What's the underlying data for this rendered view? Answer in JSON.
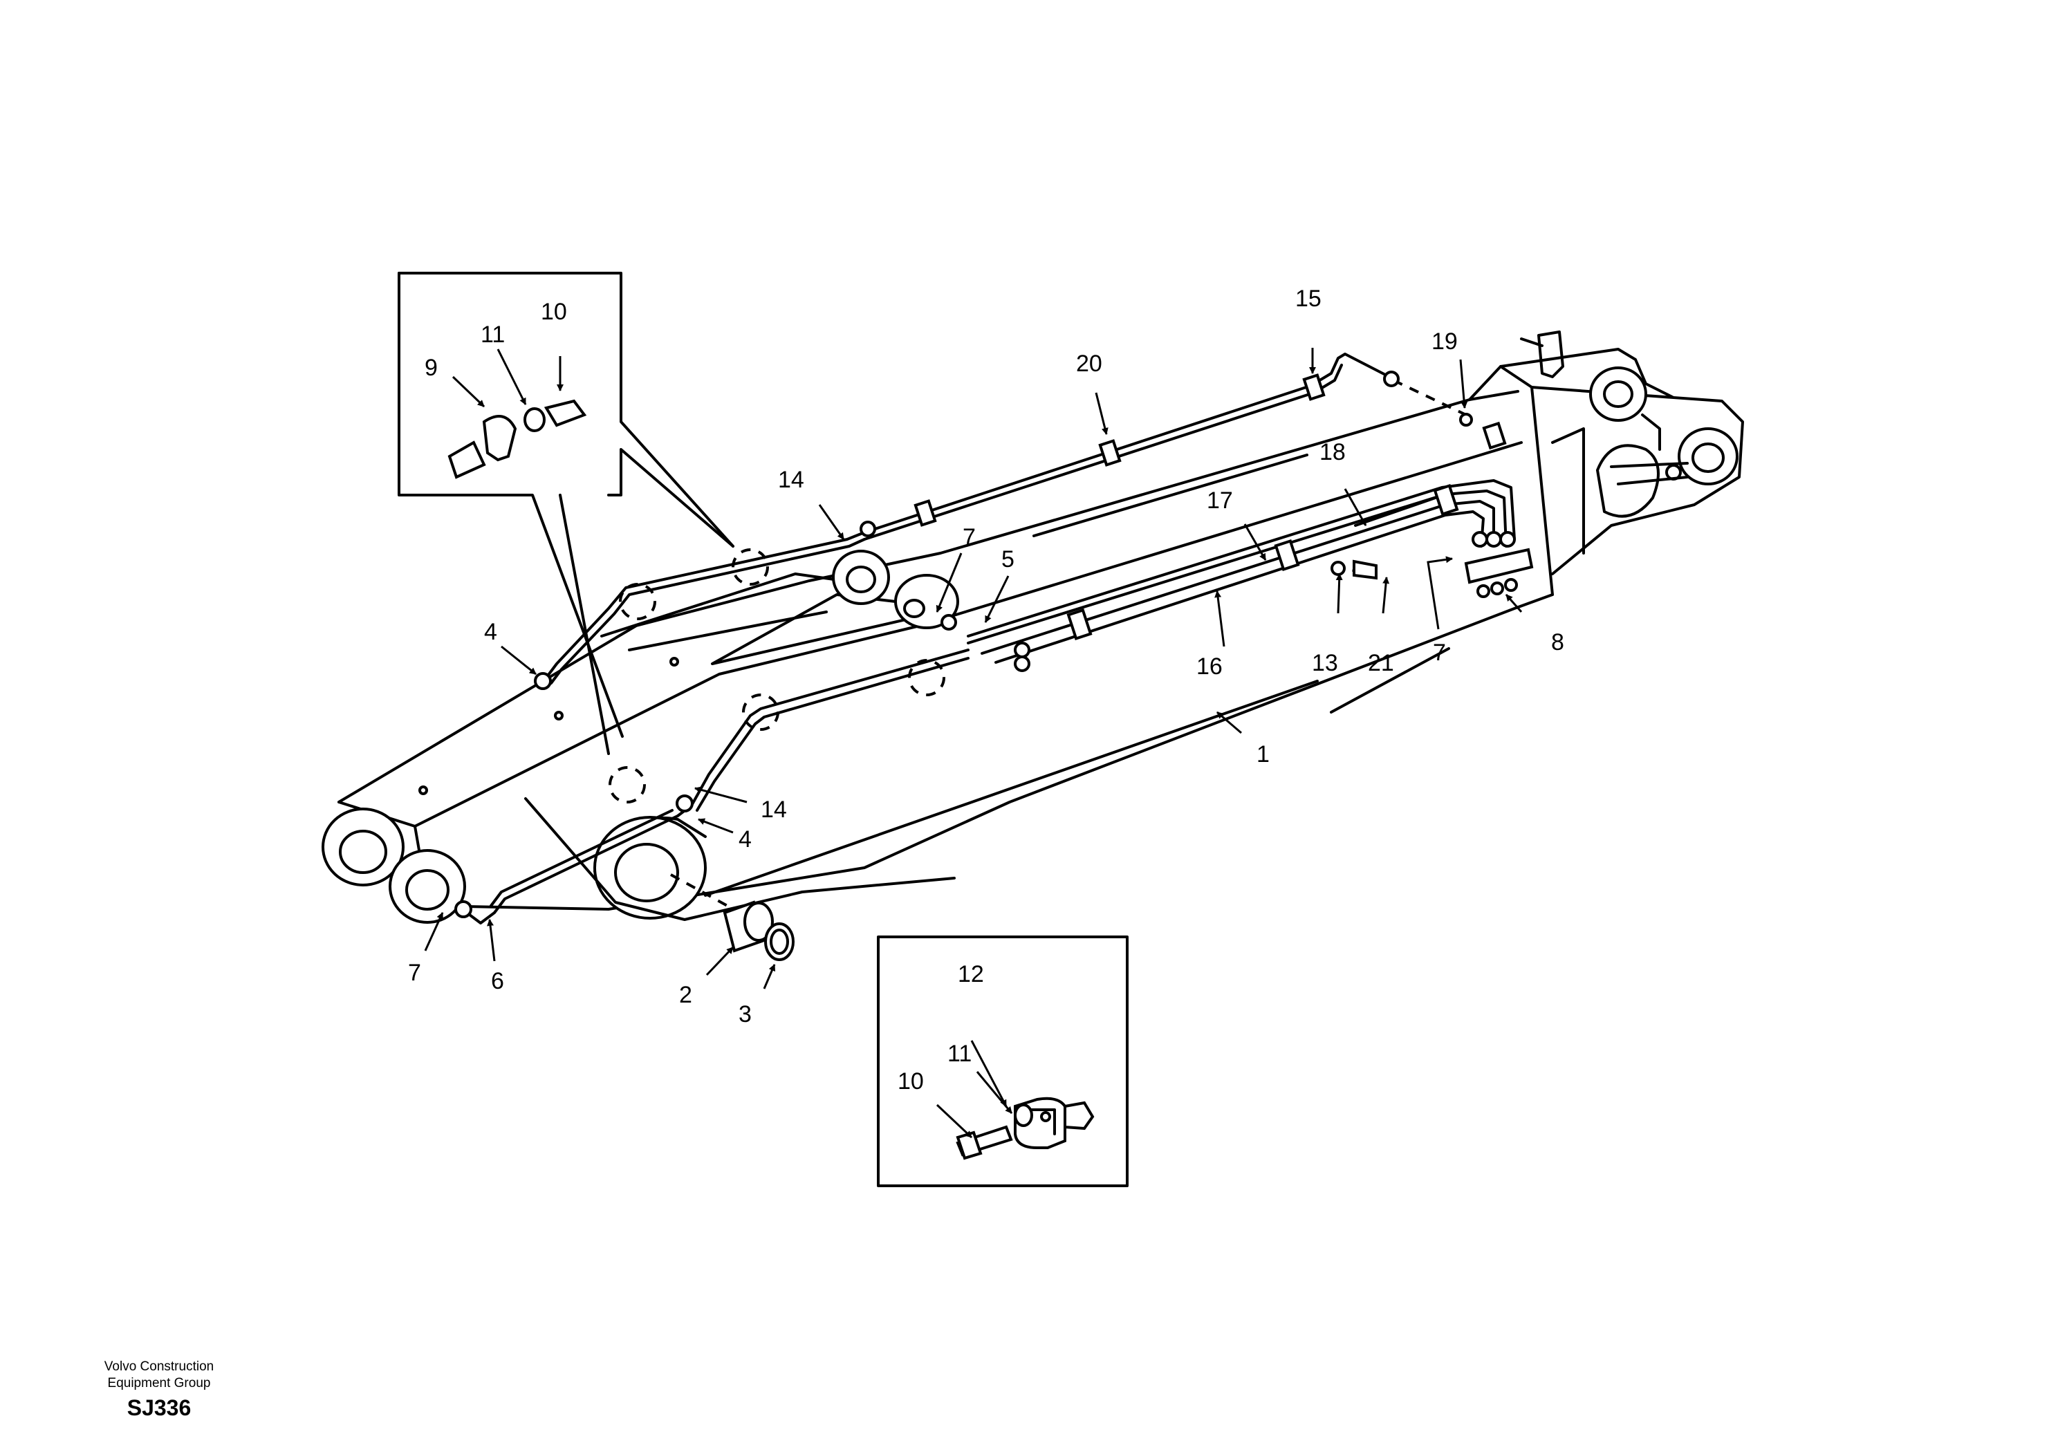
{
  "publisher": {
    "line1": "Volvo Construction",
    "line2": "Equipment Group"
  },
  "diagram_code": "SJ336",
  "callouts": {
    "c1": "1",
    "c2": "2",
    "c3": "3",
    "c4a": "4",
    "c4b": "4",
    "c5": "5",
    "c6": "6",
    "c7a": "7",
    "c7b": "7",
    "c7c": "7",
    "c8": "8",
    "c9": "9",
    "c10a": "10",
    "c10b": "10",
    "c11a": "11",
    "c11b": "11",
    "c12": "12",
    "c13": "13",
    "c14a": "14",
    "c14b": "14",
    "c15": "15",
    "c16": "16",
    "c17": "17",
    "c18": "18",
    "c19": "19",
    "c20": "20",
    "c21": "21"
  }
}
